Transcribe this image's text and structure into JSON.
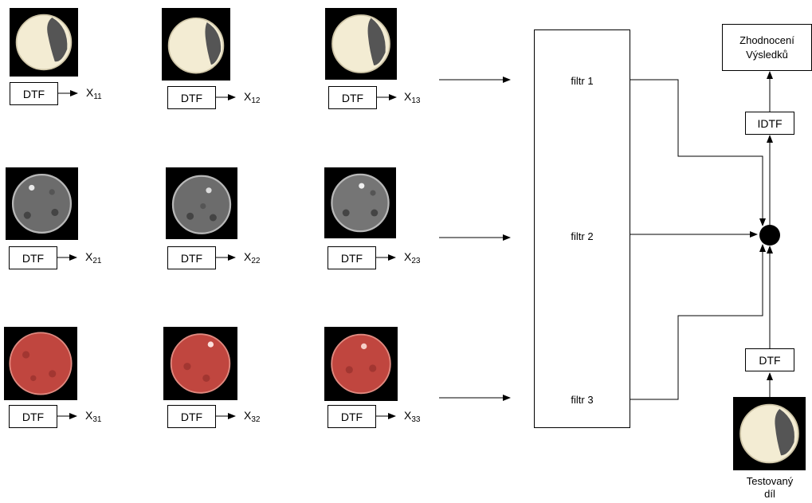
{
  "grid": {
    "rows": [
      {
        "tone": "white",
        "cells": [
          {
            "dtf_label": "DTF",
            "var": "X",
            "sub": "11"
          },
          {
            "dtf_label": "DTF",
            "var": "X",
            "sub": "12"
          },
          {
            "dtf_label": "DTF",
            "var": "X",
            "sub": "13"
          }
        ]
      },
      {
        "tone": "gray",
        "cells": [
          {
            "dtf_label": "DTF",
            "var": "X",
            "sub": "21"
          },
          {
            "dtf_label": "DTF",
            "var": "X",
            "sub": "22"
          },
          {
            "dtf_label": "DTF",
            "var": "X",
            "sub": "23"
          }
        ]
      },
      {
        "tone": "red",
        "cells": [
          {
            "dtf_label": "DTF",
            "var": "X",
            "sub": "31"
          },
          {
            "dtf_label": "DTF",
            "var": "X",
            "sub": "32"
          },
          {
            "dtf_label": "DTF",
            "var": "X",
            "sub": "33"
          }
        ]
      }
    ]
  },
  "filters": [
    "filtr 1",
    "filtr 2",
    "filtr 3"
  ],
  "result_box": {
    "line1": "Zhodnocení",
    "line2": "Výsledků"
  },
  "idtf_label": "IDTF",
  "test_dtf_label": "DTF",
  "test_part": {
    "line1": "Testovaný",
    "line2": "díl"
  },
  "colors": {
    "line": "#000000",
    "white_part": "#f2ecd6",
    "gray_part": "#6c6c6c",
    "red_part": "#c14a45"
  }
}
